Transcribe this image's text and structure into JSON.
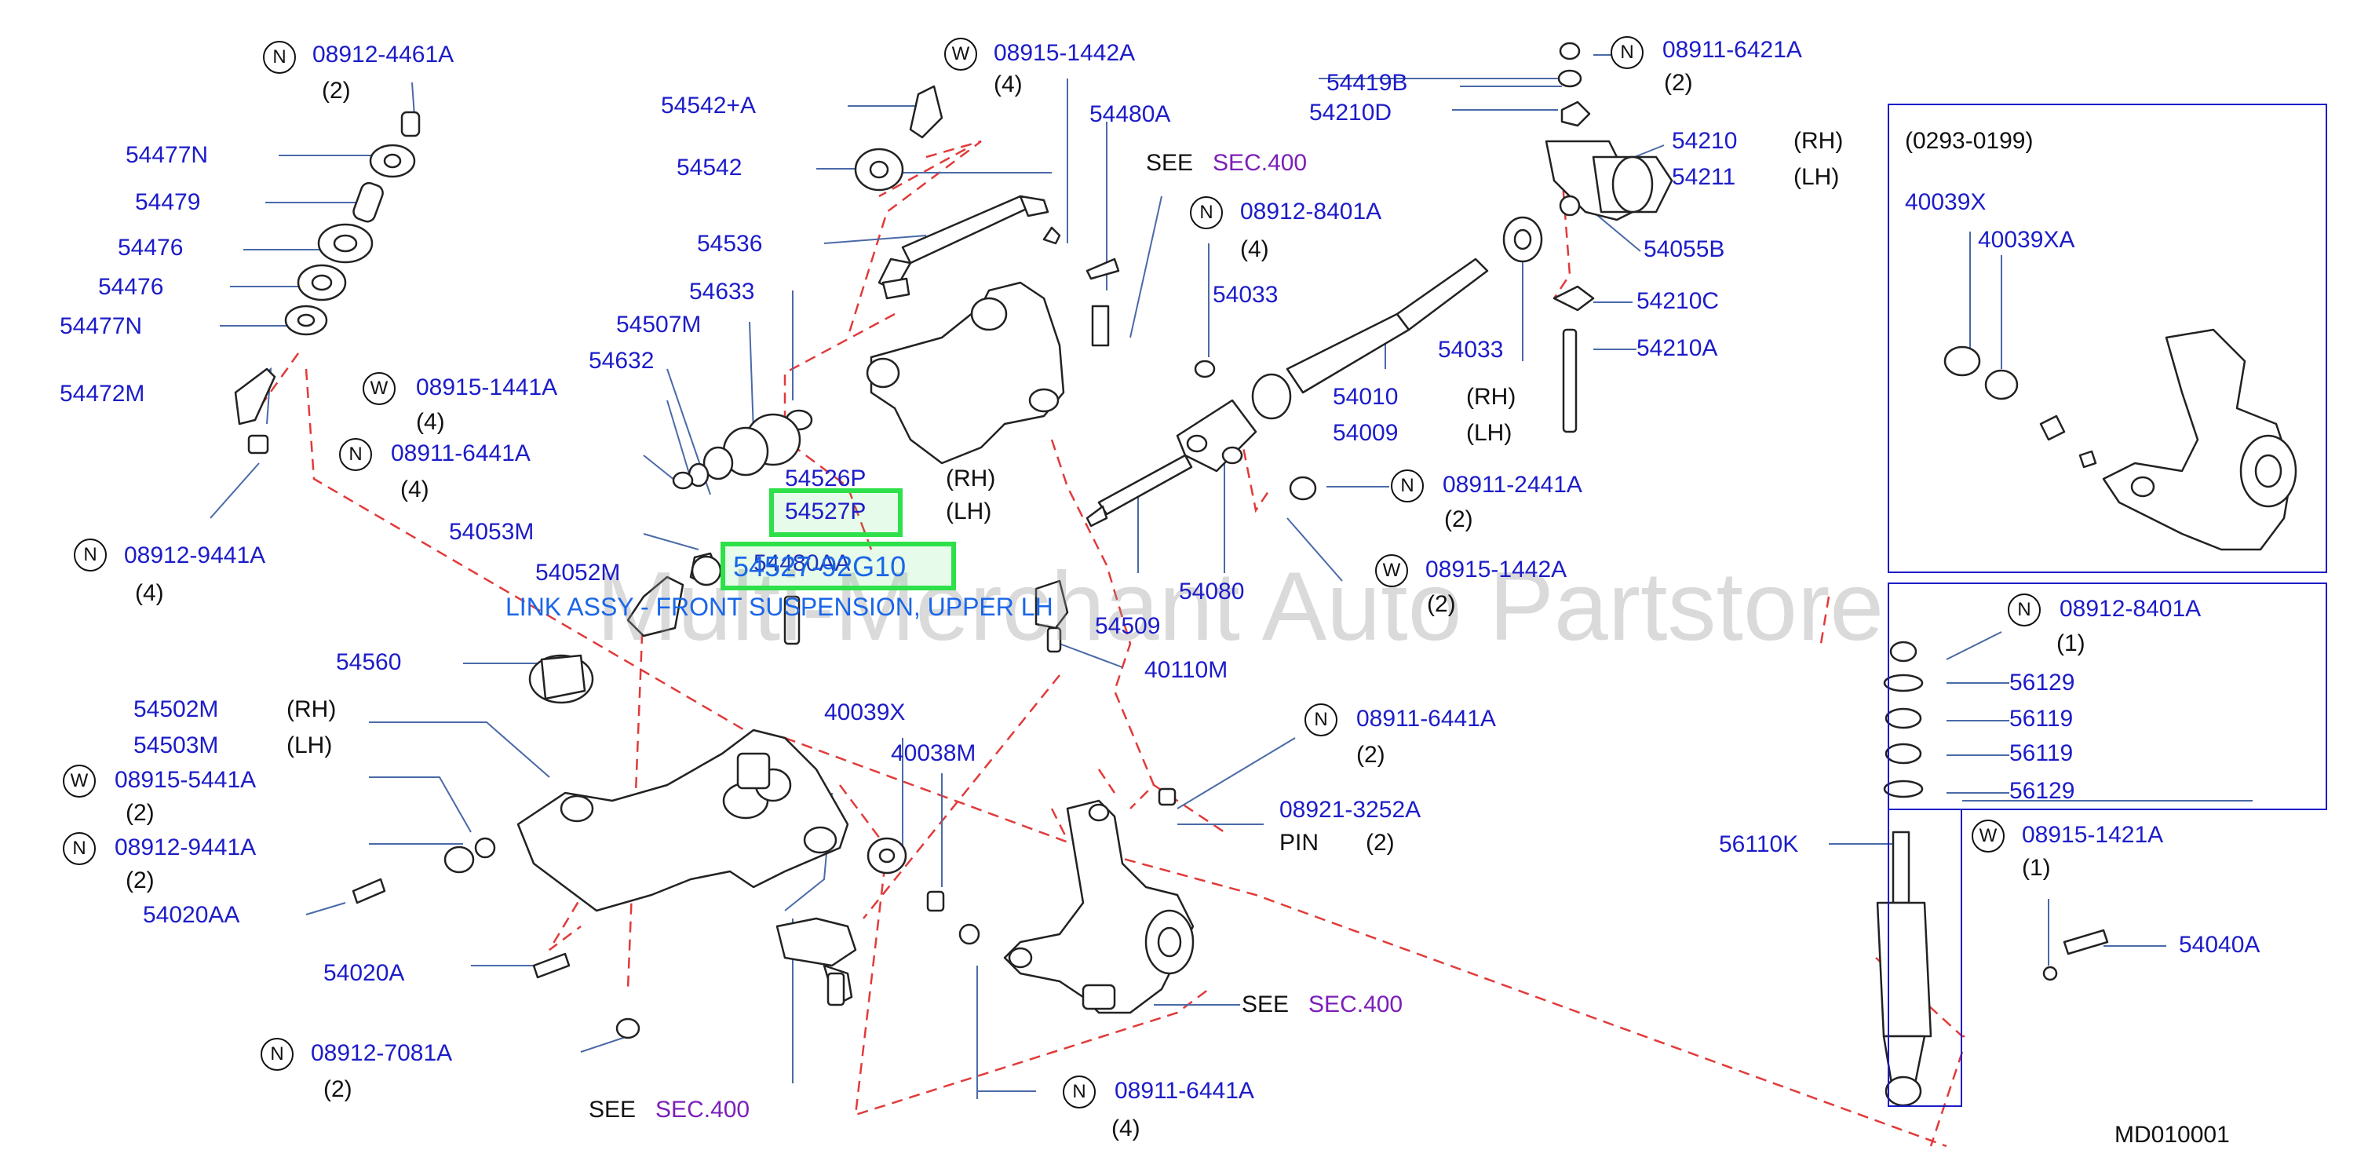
{
  "diagram": {
    "code": "MD010001",
    "watermark": "Multi-Merchant Auto Partstore",
    "highlight": {
      "part": "54527P",
      "part_no": "54527-92G10",
      "desc": "LINK ASSY - FRONT SUSPENSION, UPPER LH",
      "color": "#2ee04a"
    },
    "inset_title": "(0293-0199)",
    "see": {
      "text": "SEE",
      "sec": "SEC.400"
    },
    "colors": {
      "part_link": "#1c1cc9",
      "section_link": "#7c1fb8",
      "leader_dash": "#e23a3a"
    },
    "parts": [
      {
        "id": "p1",
        "num": "08912-4461A",
        "prefix": "N",
        "qty": "(2)"
      },
      {
        "id": "p2",
        "num": "54477N"
      },
      {
        "id": "p3",
        "num": "54479"
      },
      {
        "id": "p4",
        "num": "54476"
      },
      {
        "id": "p5",
        "num": "54476"
      },
      {
        "id": "p6",
        "num": "54477N"
      },
      {
        "id": "p7",
        "num": "54472M"
      },
      {
        "id": "p8",
        "num": "08912-9441A",
        "prefix": "N",
        "qty": "(4)"
      },
      {
        "id": "p9",
        "num": "54542+A"
      },
      {
        "id": "p10",
        "num": "54542"
      },
      {
        "id": "p11",
        "num": "08915-1442A",
        "prefix": "W",
        "qty": "(4)"
      },
      {
        "id": "p12",
        "num": "54480A"
      },
      {
        "id": "p13",
        "num": "54536"
      },
      {
        "id": "p14",
        "num": "54633"
      },
      {
        "id": "p15",
        "num": "54507M"
      },
      {
        "id": "p16",
        "num": "54632"
      },
      {
        "id": "p17",
        "num": "08915-1441A",
        "prefix": "W",
        "qty": "(4)"
      },
      {
        "id": "p18",
        "num": "08911-6441A",
        "prefix": "N",
        "qty": "(4)"
      },
      {
        "id": "p19",
        "num": "54526P",
        "side": "(RH)"
      },
      {
        "id": "p20",
        "num": "54527P",
        "side": "(LH)"
      },
      {
        "id": "p21",
        "num": "54053M"
      },
      {
        "id": "p22",
        "num": "54052M"
      },
      {
        "id": "p23",
        "num": "54480AA"
      },
      {
        "id": "p24",
        "num": "54509"
      },
      {
        "id": "p25",
        "num": "54560"
      },
      {
        "id": "p26",
        "num": "54502M",
        "side": "(RH)"
      },
      {
        "id": "p27",
        "num": "54503M",
        "side": "(LH)"
      },
      {
        "id": "p28",
        "num": "08915-5441A",
        "prefix": "W",
        "qty": "(2)"
      },
      {
        "id": "p29",
        "num": "08912-9441A",
        "prefix": "N",
        "qty": "(2)"
      },
      {
        "id": "p30",
        "num": "54020AA"
      },
      {
        "id": "p31",
        "num": "54020A"
      },
      {
        "id": "p32",
        "num": "08912-7081A",
        "prefix": "N",
        "qty": "(2)"
      },
      {
        "id": "p33",
        "num": "40039X"
      },
      {
        "id": "p34",
        "num": "40038M"
      },
      {
        "id": "p35",
        "num": "08911-6441A",
        "prefix": "N",
        "qty": "(4)"
      },
      {
        "id": "p36",
        "num": "40110M"
      },
      {
        "id": "p37",
        "num": "54080"
      },
      {
        "id": "p38",
        "num": "08912-8401A",
        "prefix": "N",
        "qty": "(4)"
      },
      {
        "id": "p39",
        "num": "54033"
      },
      {
        "id": "p40",
        "num": "54033"
      },
      {
        "id": "p41",
        "num": "54010",
        "side": "(RH)"
      },
      {
        "id": "p42",
        "num": "54009",
        "side": "(LH)"
      },
      {
        "id": "p43",
        "num": "08911-2441A",
        "prefix": "N",
        "qty": "(2)"
      },
      {
        "id": "p44",
        "num": "08915-1442A",
        "prefix": "W",
        "qty": "(2)"
      },
      {
        "id": "p45",
        "num": "08911-6441A",
        "prefix": "N",
        "qty": "(2)"
      },
      {
        "id": "p46",
        "num": "08921-3252A",
        "pre": "PIN",
        "qty": "(2)"
      },
      {
        "id": "p47",
        "num": "08911-6421A",
        "prefix": "N",
        "qty": "(2)"
      },
      {
        "id": "p48",
        "num": "54419B"
      },
      {
        "id": "p49",
        "num": "54210D"
      },
      {
        "id": "p50",
        "num": "54210",
        "side": "(RH)"
      },
      {
        "id": "p51",
        "num": "54211",
        "side": "(LH)"
      },
      {
        "id": "p52",
        "num": "54055B"
      },
      {
        "id": "p53",
        "num": "54210C"
      },
      {
        "id": "p54",
        "num": "54210A"
      },
      {
        "id": "p55",
        "num": "40039X"
      },
      {
        "id": "p56",
        "num": "40039XA"
      },
      {
        "id": "p57",
        "num": "08912-8401A",
        "prefix": "N",
        "qty": "(1)"
      },
      {
        "id": "p58",
        "num": "56129"
      },
      {
        "id": "p59",
        "num": "56119"
      },
      {
        "id": "p60",
        "num": "56119"
      },
      {
        "id": "p61",
        "num": "56129"
      },
      {
        "id": "p62",
        "num": "56110K"
      },
      {
        "id": "p63",
        "num": "08915-1421A",
        "prefix": "W",
        "qty": "(1)"
      },
      {
        "id": "p64",
        "num": "54040A"
      }
    ]
  }
}
